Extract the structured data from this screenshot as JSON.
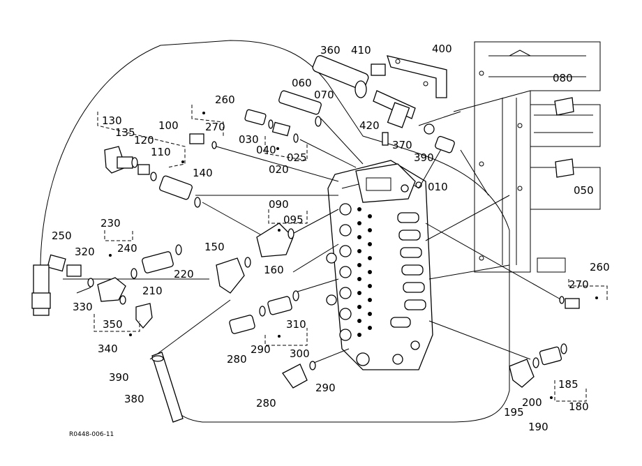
{
  "drawing_code": "R0448-006-11",
  "labels": {
    "p010": "010",
    "p020": "020",
    "p025": "025",
    "p030": "030",
    "p040": "040",
    "p050": "050",
    "p060": "060",
    "p070": "070",
    "p080": "080",
    "p090": "090",
    "p095": "095",
    "p100": "100",
    "p110": "110",
    "p120": "120",
    "p130": "130",
    "p135": "135",
    "p140": "140",
    "p150": "150",
    "p160": "160",
    "p180": "180",
    "p185": "185",
    "p190": "190",
    "p195": "195",
    "p200": "200",
    "p210": "210",
    "p220": "220",
    "p230": "230",
    "p240": "240",
    "p250": "250",
    "p260a": "260",
    "p260b": "260",
    "p270a": "270",
    "p270b": "270",
    "p280a": "280",
    "p280b": "280",
    "p290a": "290",
    "p290b": "290",
    "p300": "300",
    "p310": "310",
    "p320": "320",
    "p330": "330",
    "p340": "340",
    "p350": "350",
    "p360": "360",
    "p370": "370",
    "p380": "380",
    "p390a": "390",
    "p390b": "390",
    "p400": "400",
    "p410": "410",
    "p420": "420"
  }
}
